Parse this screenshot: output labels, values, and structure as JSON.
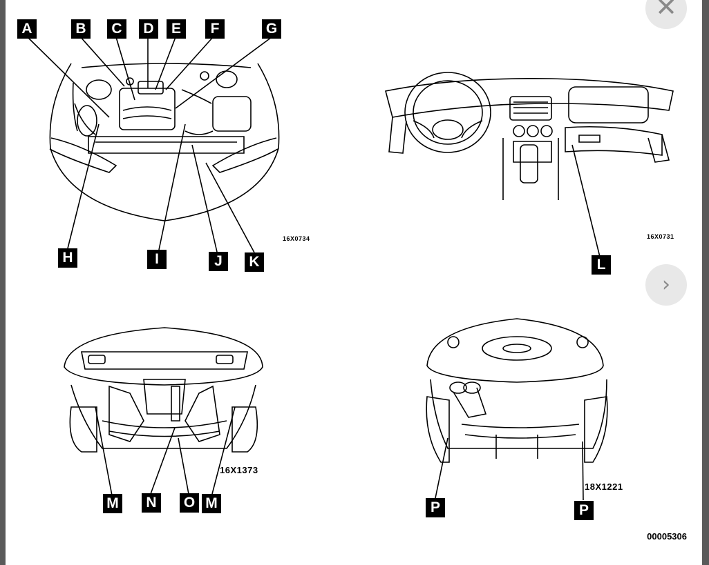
{
  "figures": {
    "engine": {
      "code": "16X0734",
      "callouts_top": [
        "A",
        "B",
        "C",
        "D",
        "E",
        "F",
        "G"
      ],
      "callouts_bottom": [
        "H",
        "I",
        "J",
        "K"
      ]
    },
    "dashboard": {
      "code": "16X0731",
      "callouts": [
        "L"
      ]
    },
    "front_underside": {
      "code": "16X1373",
      "callouts": [
        "M",
        "N",
        "O",
        "M"
      ]
    },
    "rear_underside": {
      "code": "18X1221",
      "callouts": [
        "P",
        "P"
      ]
    }
  },
  "document_code": "00005306",
  "controls": {
    "close_icon": "close-icon",
    "close_glyph": "✕",
    "next_icon": "chevron-right-icon",
    "next_glyph": "›"
  }
}
